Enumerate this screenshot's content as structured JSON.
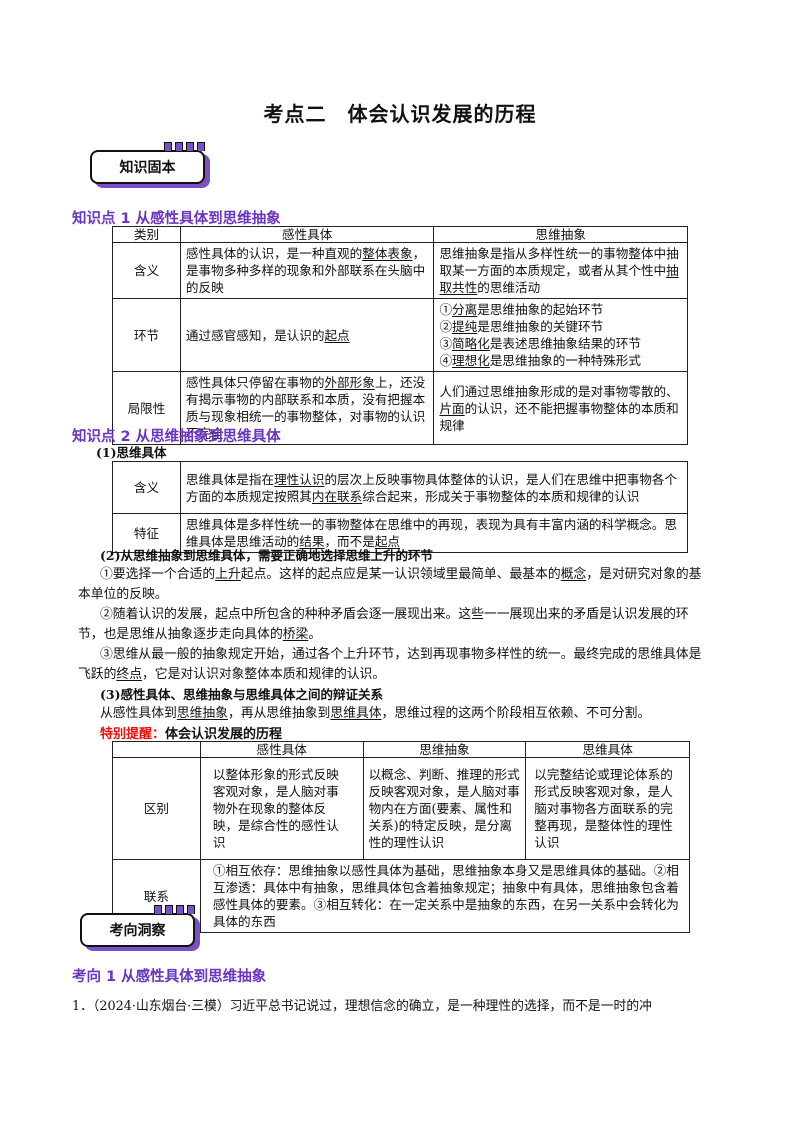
{
  "title": "考点二　体会认识发展的历程",
  "badge1": "知识固本",
  "badge2": "考向洞察",
  "kp1": {
    "heading": "知识点 1  从感性具体到思维抽象",
    "headers": [
      "类别",
      "感性具体",
      "思维抽象"
    ],
    "rows": [
      {
        "label": "含义",
        "a": [
          "感性具体的认识，是一种直观的",
          "整体表象",
          "，是事物多种多样的现象和外部联系在头脑中的反映"
        ],
        "b": [
          "思维抽象是指从多样性统一的事物整体中抽取某一方面的本质规定，或者从其个性中",
          "抽取共性",
          "的思维活动"
        ]
      },
      {
        "label": "环节",
        "a": [
          "通过感官感知，是认识的",
          "起点",
          ""
        ],
        "b_lines": [
          [
            "①",
            "分离",
            "是思维抽象的起始环节"
          ],
          [
            "②",
            "提纯",
            "是思维抽象的关键环节"
          ],
          [
            "③",
            "简略化",
            "是表述思维抽象结果的环节"
          ],
          [
            "④",
            "理想化",
            "是思维抽象的一种特殊形式"
          ]
        ]
      },
      {
        "label": "局限性",
        "a": [
          "感性具体只停留在事物的",
          "外部形象",
          "上，还没有揭示事物的内部联系和本质，没有把握本质与现象相统一的事物整体，对事物的认识不完全"
        ],
        "b": [
          "人们通过思维抽象形成的是对事物零散的、",
          "片面",
          "的认识，还不能把握事物整体的本质和规律"
        ]
      }
    ]
  },
  "kp2": {
    "heading": "知识点 2  从思维抽象到思维具体",
    "sub1": "(1)思维具体",
    "rows": [
      {
        "label": "含义",
        "t": [
          "思维具体是指在",
          "理性认识",
          "的层次上反映事物具体整体的认识，是人们在思维中把事物各个方面的本质规定按照其",
          "内在联系",
          "综合起来，形成关于事物整体的本质和规律的认识"
        ]
      },
      {
        "label": "特征",
        "t": [
          "思维具体是多样性统一的事物整体在思维中的再现，表现为具有丰富内涵的科学概念。思维具体是思维活动的",
          "结果",
          "，而不是",
          "起点",
          ""
        ]
      }
    ],
    "sub2": "(2)从思维抽象到思维具体，需要正确地选择思维上升的环节",
    "p1": [
      "①要选择一个合适的",
      "上升",
      "起点。这样的起点应是某一认识领域里最简单、最基本的",
      "概念",
      "，是对研究对象的基本单位的反映。"
    ],
    "p2": [
      "②随着认识的发展，起点中所包含的种种矛盾会逐一展现出来。这些一一展现出来的矛盾是认识发展的环节，也是思维从抽象逐步走向具体的",
      "桥梁",
      "。"
    ],
    "p3": [
      "③思维从最一般的抽象规定开始，通过各个上升环节，达到再现事物多样性的统一。最终完成的思维具体是飞跃的",
      "终点",
      "，它是对认识对象整体本质和规律的认识。"
    ],
    "sub3": "(3)感性具体、思维抽象与思维具体之间的辩证关系",
    "p4": [
      "从感性具体到",
      "思维抽象",
      "，再从思维抽象到",
      "思维具体",
      "，思维过程的这两个阶段相互依赖、不可分割。"
    ]
  },
  "tip": {
    "label": "特别提醒：",
    "heading": "体会认识发展的历程",
    "headers": [
      "感性具体",
      "思维抽象",
      "思维具体"
    ],
    "diff_label": "区别",
    "diff": [
      "以整体形象的形式反映客观对象，是人脑对事物外在现象的整体反映，是综合性的感性认识",
      "以概念、判断、推理的形式反映客观对象，是人脑对事物内在方面(要素、属性和关系)的特定反映，是分离性的理性认识",
      "以完整结论或理论体系的形式反映客观对象，是人脑对事物各方面联系的完整再现，是整体性的理性认识"
    ],
    "link_label": "联系",
    "link": "①相互依存：思维抽象以感性具体为基础，思维抽象本身又是思维具体的基础。②相互渗透：具体中有抽象，思维具体包含着抽象规定；抽象中有具体，思维抽象包含着感性具体的要素。③相互转化：在一定关系中是抽象的东西，在另一关系中会转化为具体的东西"
  },
  "kx1": "考向 1  从感性具体到思维抽象",
  "q1": "1．（2024·山东烟台·三模）习近平总书记说过，理想信念的确立，是一种理性的选择，而不是一时的冲"
}
